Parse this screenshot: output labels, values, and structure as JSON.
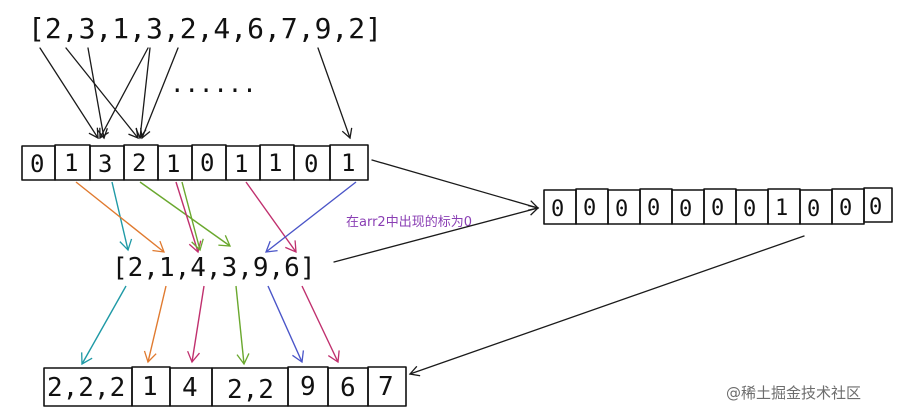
{
  "source_array": "[2,3,1,3,2,4,6,7,9,2]",
  "ellipsis": "......",
  "count_array": [
    "0",
    "1",
    "3",
    "2",
    "1",
    "0",
    "1",
    "1",
    "0",
    "1"
  ],
  "arr2": "[2,1,4,3,9,6]",
  "annotation": "在arr2中出现的标为0",
  "remaining_array": [
    "0",
    "0",
    "0",
    "0",
    "0",
    "0",
    "0",
    "1",
    "0",
    "0"
  ],
  "result_array": [
    "2,2,2",
    "1",
    "4",
    "2,2",
    "9",
    "6",
    "7"
  ],
  "watermark": "@稀土掘金技术社区",
  "colors": {
    "teal": "#1f9aa6",
    "orange": "#e07a2f",
    "green": "#6aa82e",
    "magenta": "#c0306e",
    "blue": "#4a55c8",
    "purple": "#8a3fb4"
  }
}
